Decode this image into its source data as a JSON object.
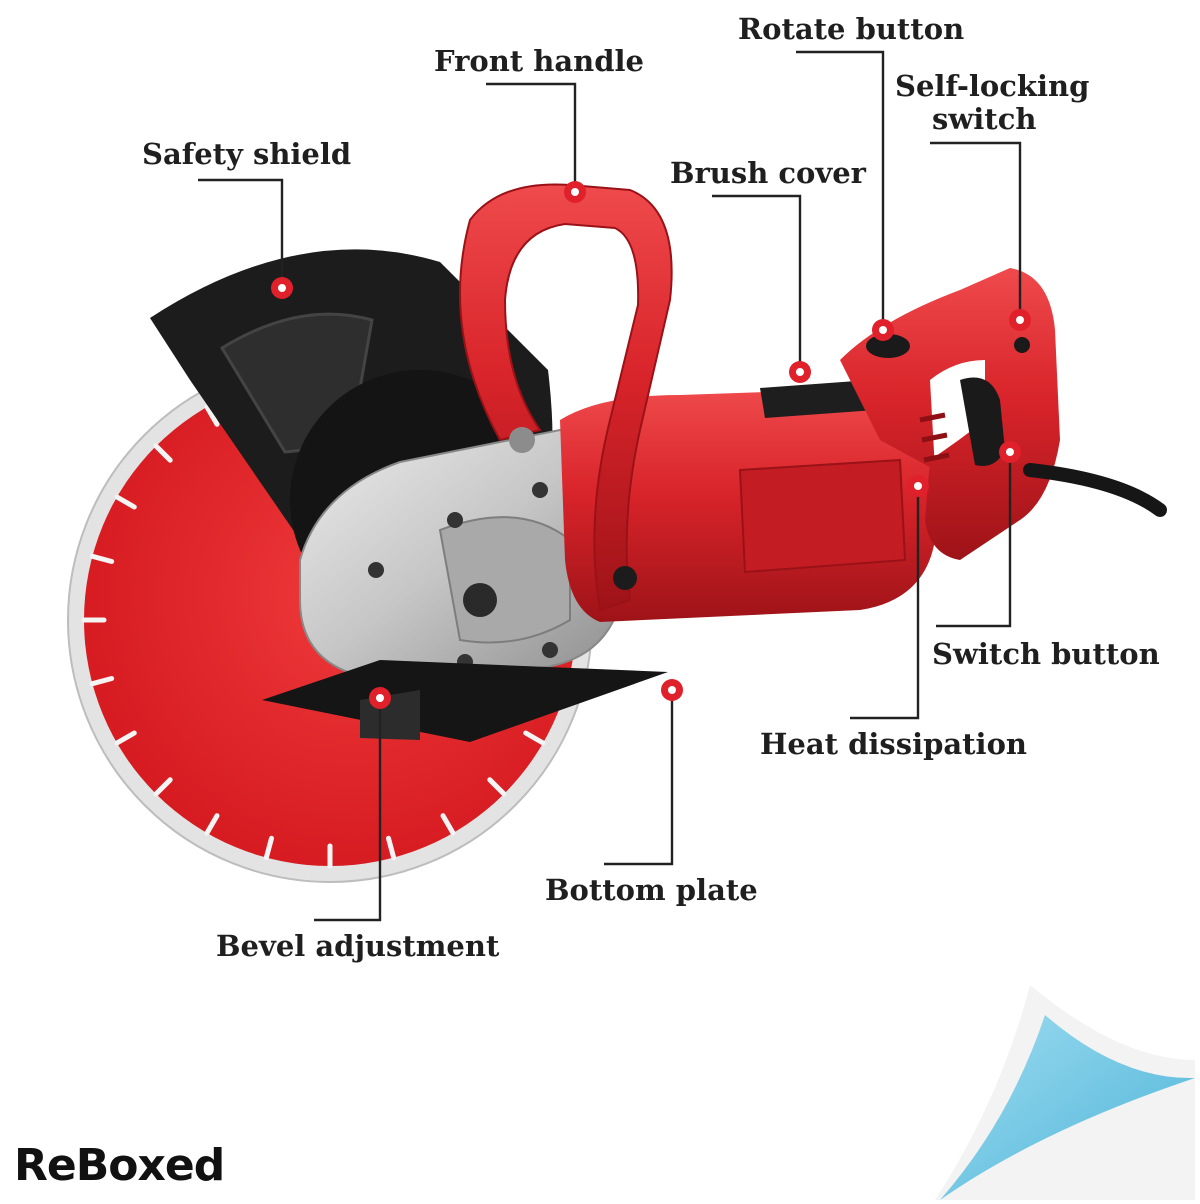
{
  "labels": {
    "front_handle": "Front handle",
    "rotate_button": "Rotate button",
    "self_locking_line1": "Self-locking",
    "self_locking_line2": "switch",
    "safety_shield": "Safety shield",
    "brush_cover": "Brush cover",
    "switch_button": "Switch button",
    "heat_dissipation": "Heat dissipation",
    "bottom_plate": "Bottom plate",
    "bevel_adjustment": "Bevel adjustment"
  },
  "brand": "ReBoxed",
  "colors": {
    "body_red": "#d8242a",
    "dark_red": "#a8161b",
    "blade_red": "#e0282c",
    "shield_black": "#1c1c1c",
    "silver": "#c9c9c9",
    "marker_red": "#e0202a",
    "leader_line": "#222222",
    "corner_blue": "#6cc4e0"
  }
}
